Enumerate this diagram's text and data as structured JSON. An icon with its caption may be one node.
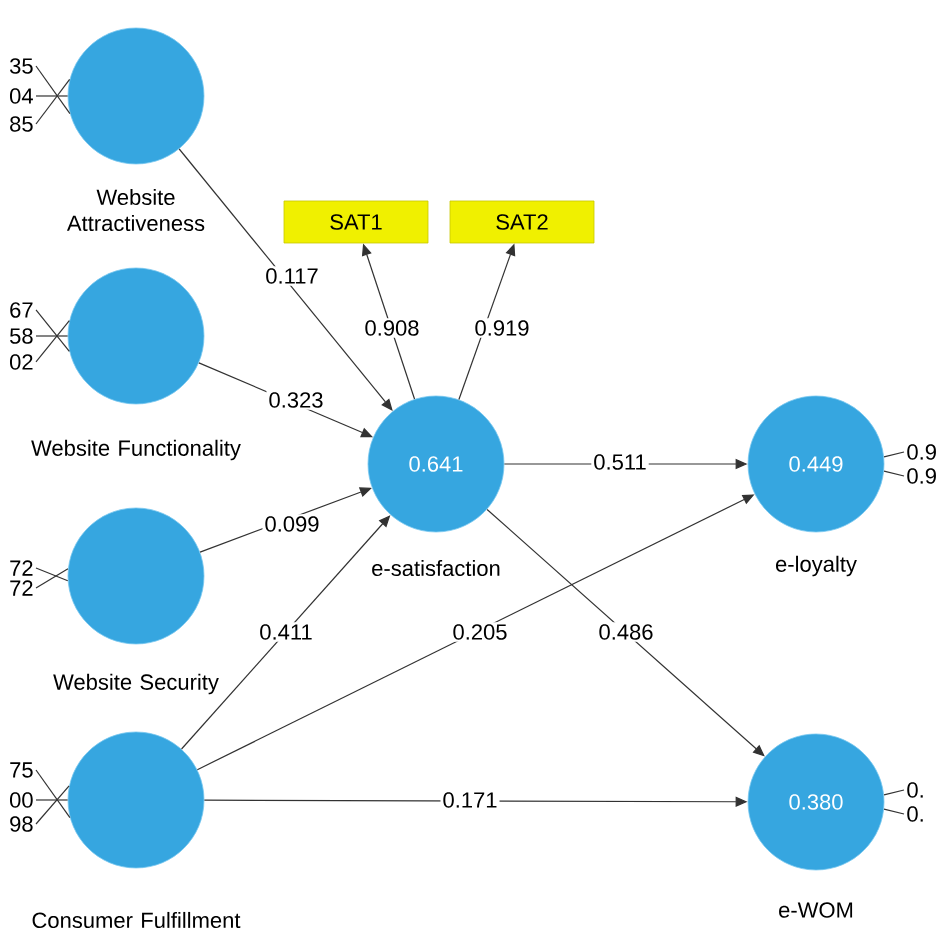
{
  "diagram": {
    "nodes": [
      {
        "text": [
          "Website Attractiveness"
        ]
      },
      {
        "text": [
          "Website Functionality"
        ]
      },
      {
        "text": [
          "Website Security"
        ]
      },
      {
        "text": [
          "Consumer Fulfillment"
        ]
      },
      {
        "text": [
          "SAT1"
        ]
      },
      {
        "text": [
          "SAT2"
        ]
      },
      {
        "text": [
          "0.641",
          "e-satisfaction"
        ]
      },
      {
        "text": [
          "0.449",
          "e-loyalty"
        ]
      },
      {
        "text": [
          "0.380",
          "e-WOM"
        ]
      }
    ],
    "edges": [
      {
        "from": 0,
        "to": 6,
        "arrow": "to",
        "label": "0.117"
      },
      {
        "from": 1,
        "to": 6,
        "arrow": "to",
        "label": "0.323"
      },
      {
        "from": 2,
        "to": 6,
        "arrow": "to",
        "label": "0.099"
      },
      {
        "from": 3,
        "to": 6,
        "arrow": "to",
        "label": "0.411"
      },
      {
        "from": 6,
        "to": 4,
        "arrow": "to",
        "label": "0.908"
      },
      {
        "from": 6,
        "to": 5,
        "arrow": "to",
        "label": "0.919"
      },
      {
        "from": 6,
        "to": 7,
        "arrow": "to",
        "label": "0.511"
      },
      {
        "from": 3,
        "to": 7,
        "arrow": "to",
        "label": "0.205"
      },
      {
        "from": 6,
        "to": 8,
        "arrow": "to",
        "label": "0.486"
      },
      {
        "from": 3,
        "to": 8,
        "arrow": "to",
        "label": "0.171"
      },
      {
        "from": 0,
        "to": null,
        "arrow": "none",
        "label": "35"
      },
      {
        "from": 0,
        "to": null,
        "arrow": "none",
        "label": "04"
      },
      {
        "from": 0,
        "to": null,
        "arrow": "none",
        "label": "85"
      },
      {
        "from": 1,
        "to": null,
        "arrow": "none",
        "label": "67"
      },
      {
        "from": 1,
        "to": null,
        "arrow": "none",
        "label": "58"
      },
      {
        "from": 1,
        "to": null,
        "arrow": "none",
        "label": "02"
      },
      {
        "from": 2,
        "to": null,
        "arrow": "none",
        "label": "72"
      },
      {
        "from": 2,
        "to": null,
        "arrow": "none",
        "label": "72"
      },
      {
        "from": 3,
        "to": null,
        "arrow": "none",
        "label": "75"
      },
      {
        "from": 3,
        "to": null,
        "arrow": "none",
        "label": "00"
      },
      {
        "from": 3,
        "to": null,
        "arrow": "none",
        "label": "98"
      },
      {
        "from": 7,
        "to": null,
        "arrow": "none",
        "label": "0.9"
      },
      {
        "from": 7,
        "to": null,
        "arrow": "none",
        "label": "0.9"
      },
      {
        "from": 8,
        "to": null,
        "arrow": "none",
        "label": "0."
      },
      {
        "from": 8,
        "to": null,
        "arrow": "none",
        "label": "0."
      }
    ]
  }
}
